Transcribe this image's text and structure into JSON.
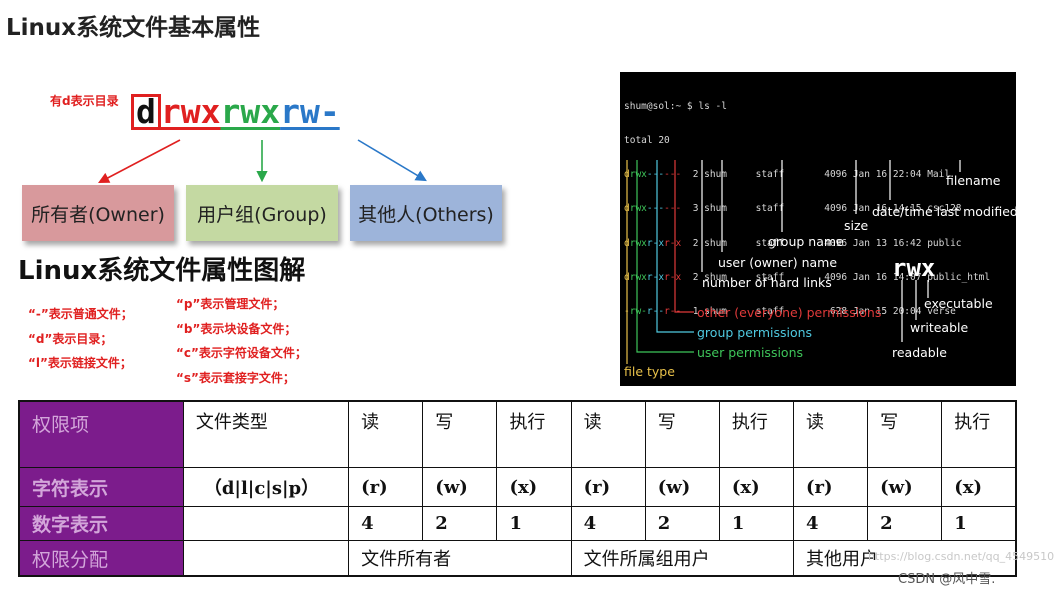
{
  "title": "Linux系统文件基本属性",
  "d_note": "有d表示目录",
  "perm_string": {
    "type": "d",
    "owner": "rwx",
    "group": "rwx",
    "others": "rw-"
  },
  "colors": {
    "owner": "#e02020",
    "group": "#2aa84a",
    "others": "#2a78c8",
    "header_bg": "#7c1c8c"
  },
  "boxes": [
    {
      "label": "所有者(Owner)",
      "color": "#d8999c"
    },
    {
      "label": "用户组(Group)",
      "color": "#c4d9a2"
    },
    {
      "label": "其他人(Others)",
      "color": "#9db4da"
    }
  ],
  "diagram_title": "Linux系统文件属性图解",
  "legend_left": [
    "“-”表示普通文件；",
    "“d”表示目录；",
    "“l”表示链接文件；"
  ],
  "legend_right": [
    "“p”表示管理文件；",
    "“b”表示块设备文件；",
    "“c”表示字符设备文件；",
    "“s”表示套接字文件；"
  ],
  "terminal": {
    "prompt": "shum@sol:~ $ ls -l",
    "total": "total 20",
    "rows": [
      {
        "type": "d",
        "u": "rwx",
        "g": "---",
        "o": "---",
        "rest": "  2 shum     staff       4096 Jan 16 22:04 Mail"
      },
      {
        "type": "d",
        "u": "rwx",
        "g": "---",
        "o": "---",
        "rest": "  3 shum     staff       4096 Jan 16 14:15 csc128"
      },
      {
        "type": "d",
        "u": "rwx",
        "g": "r-x",
        "o": "r-x",
        "rest": "  2 shum     staff       4096 Jan 13 16:42 public"
      },
      {
        "type": "d",
        "u": "rwx",
        "g": "r-x",
        "o": "r-x",
        "rest": "  2 shum     staff       4096 Jan 16 14:07 public_html"
      },
      {
        "type": "-",
        "u": "rw-",
        "g": "r--",
        "o": "r--",
        "rest": "  1 shum     staff        628 Jan 15 20:04 verse"
      }
    ],
    "labels": {
      "filename": "filename",
      "datetime": "date/time last modified",
      "size": "size",
      "group_name": "group name",
      "owner_name": "user (owner) name",
      "hard_links": "number of hard links",
      "others_perm": "other (everyone) permissions",
      "group_perm": "group permissions",
      "user_perm": "user permissions",
      "file_type": "file type",
      "rwx": "rwx",
      "executable": "executable",
      "writeable": "writeable",
      "readable": "readable"
    },
    "watermark": "https://blog.csdn.net/qq_4549510"
  },
  "table": {
    "header_row": [
      "权限项",
      "文件类型",
      "读",
      "写",
      "执行",
      "读",
      "写",
      "执行",
      "读",
      "写",
      "执行"
    ],
    "char_row": [
      "字符表示",
      "（d|l|c|s|p）",
      "(r)",
      "(w)",
      "(x)",
      "(r)",
      "(w)",
      "(x)",
      "(r)",
      "(w)",
      "(x)"
    ],
    "num_row": [
      "数字表示",
      "",
      "4",
      "2",
      "1",
      "4",
      "2",
      "1",
      "4",
      "2",
      "1"
    ],
    "owner_row": [
      "权限分配",
      "",
      "文件所有者",
      "文件所属组用户",
      "其他用户"
    ]
  },
  "credit": "CSDN @风中雪."
}
